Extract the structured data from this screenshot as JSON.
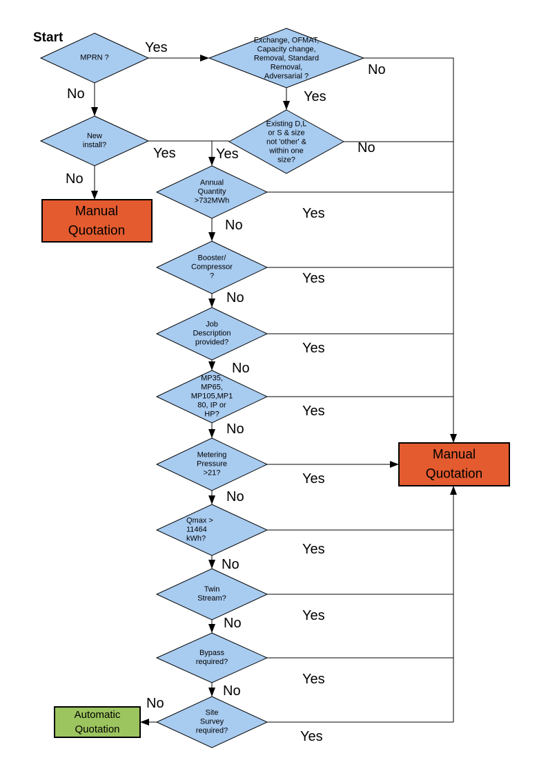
{
  "colors": {
    "page-bg": "#ffffff",
    "decision-fill": "#a8cbf0",
    "manual-fill": "#e35b2f",
    "auto-fill": "#9cc45f",
    "stroke": "#000000"
  },
  "start_label": "Start",
  "branch_labels": {
    "yes": "Yes",
    "no": "No"
  },
  "nodes": {
    "mprn": {
      "label": "MPRN ?"
    },
    "exchange": {
      "label": [
        "Exchange, OFMAT,",
        "Capacity change,",
        "Removal, Standard",
        "Removal,",
        "Adversarial ?"
      ]
    },
    "new_install": {
      "label": [
        "New",
        "install?"
      ]
    },
    "existing": {
      "label": [
        "Existing D,L",
        "or S & size",
        "not 'other' &",
        "within one",
        "size?"
      ]
    },
    "annual": {
      "label": [
        "Annual",
        "Quantity",
        ">732MWh"
      ]
    },
    "booster": {
      "label": [
        "Booster/",
        "Compressor",
        "?"
      ]
    },
    "job": {
      "label": [
        "Job",
        "Description",
        "provided?"
      ]
    },
    "mp35": {
      "label": [
        "MP35,",
        "MP65,",
        "MP105,MP1",
        "80, IP or",
        "HP?"
      ]
    },
    "metering": {
      "label": [
        "Metering",
        "Pressure",
        ">21?"
      ]
    },
    "qmax": {
      "label": [
        "Qmax >",
        "11464",
        "kWh?"
      ]
    },
    "twin": {
      "label": [
        "Twin",
        "Stream?"
      ]
    },
    "bypass": {
      "label": [
        "Bypass",
        "required?"
      ]
    },
    "site_survey": {
      "label": [
        "Site",
        "Survey",
        "required?"
      ]
    },
    "manual_left": {
      "label": [
        "Manual",
        "Quotation"
      ]
    },
    "manual_right": {
      "label": [
        "Manual",
        "Quotation"
      ]
    },
    "automatic": {
      "label": [
        "Automatic",
        "Quotation"
      ]
    }
  }
}
